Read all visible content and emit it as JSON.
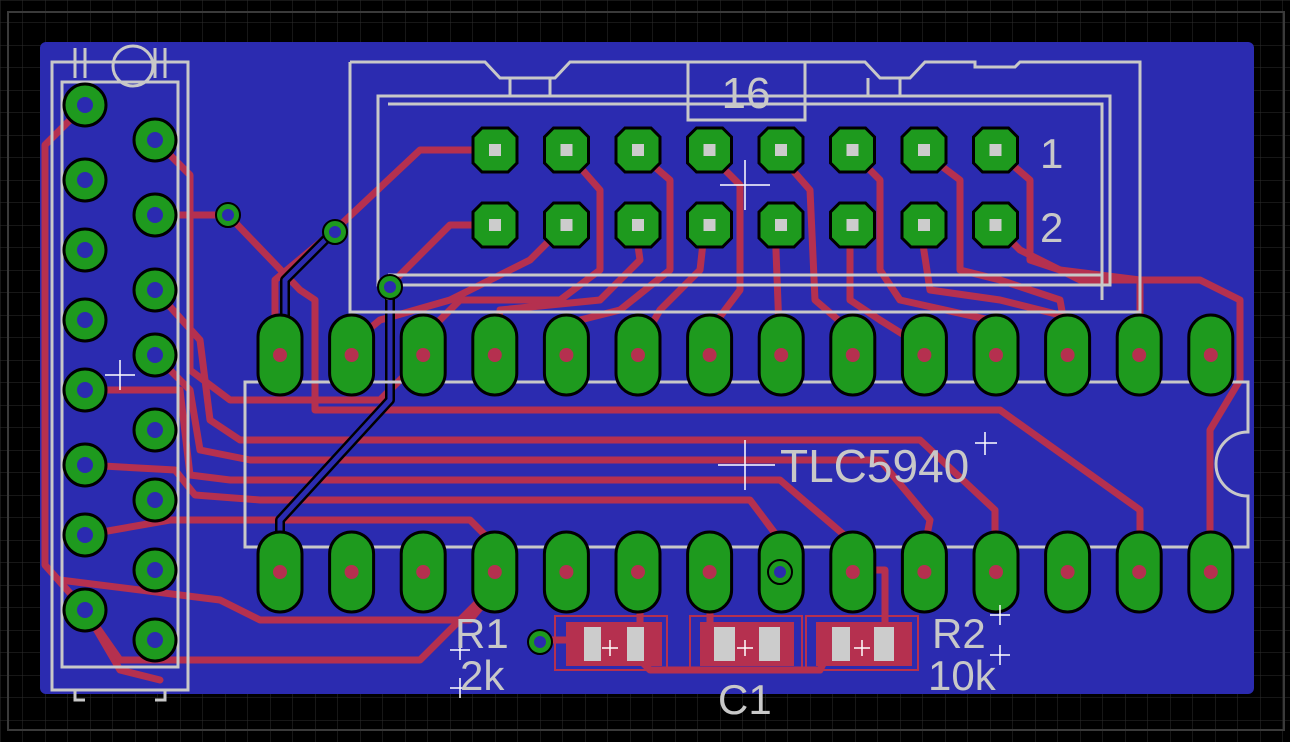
{
  "colors": {
    "background": "#000000",
    "grid": "#2e2e2e",
    "board": "#2b2bb0",
    "trace": "#b5304f",
    "pad": "#1e9a1e",
    "pad_outline": "#000000",
    "drill": "#b5304f",
    "silk": "#c8c8c8",
    "smd_pad": "#b5304f",
    "smd_body": "#cccccc",
    "bottom_trace": "#2b2bb0"
  },
  "connector": {
    "pin_count_label": "16",
    "pin1_label": "1",
    "pin2_label": "2"
  },
  "ic": {
    "name": "TLC5940"
  },
  "components": {
    "r1_name": "R1",
    "r1_value": "2k",
    "r2_name": "R2",
    "r2_value": "10k",
    "c1_name": "C1"
  }
}
